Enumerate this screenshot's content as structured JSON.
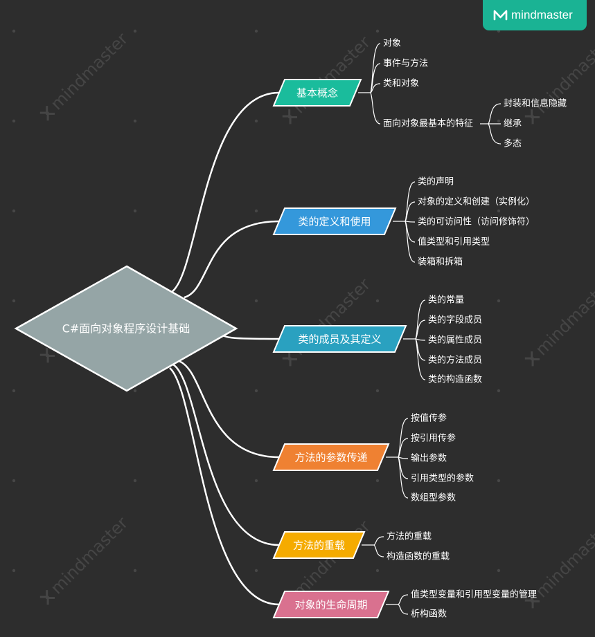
{
  "brand": {
    "name": "mindmaster",
    "color": "#1ab394"
  },
  "watermark_text": "mindmaster",
  "background_color": "#2d2d2d",
  "root": {
    "label": "C#面向对象程序设计基础",
    "fill": "#95a5a6"
  },
  "branches": [
    {
      "label": "基本概念",
      "color": "#1abc9c",
      "children": [
        {
          "label": "对象"
        },
        {
          "label": "事件与方法"
        },
        {
          "label": "类和对象"
        },
        {
          "label": "面向对象最基本的特征",
          "children": [
            {
              "label": "封装和信息隐藏"
            },
            {
              "label": "继承"
            },
            {
              "label": "多态"
            }
          ]
        }
      ]
    },
    {
      "label": "类的定义和使用",
      "color": "#3498db",
      "children": [
        {
          "label": "类的声明"
        },
        {
          "label": "对象的定义和创建（实例化）"
        },
        {
          "label": "类的可访问性（访问修饰符）"
        },
        {
          "label": "值类型和引用类型"
        },
        {
          "label": "装箱和拆箱"
        }
      ]
    },
    {
      "label": "类的成员及其定义",
      "color": "#2aa1c0",
      "children": [
        {
          "label": "类的常量"
        },
        {
          "label": "类的字段成员"
        },
        {
          "label": "类的属性成员"
        },
        {
          "label": "类的方法成员"
        },
        {
          "label": "类的构造函数"
        }
      ]
    },
    {
      "label": "方法的参数传递",
      "color": "#ef8132",
      "children": [
        {
          "label": "按值传参"
        },
        {
          "label": "按引用传参"
        },
        {
          "label": "输出参数"
        },
        {
          "label": "引用类型的参数"
        },
        {
          "label": "数组型参数"
        }
      ]
    },
    {
      "label": "方法的重载",
      "color": "#f5ab00",
      "children": [
        {
          "label": "方法的重载"
        },
        {
          "label": "构造函数的重载"
        }
      ]
    },
    {
      "label": "对象的生命周期",
      "color": "#d9718f",
      "children": [
        {
          "label": "值类型变量和引用型变量的管理"
        },
        {
          "label": "析构函数"
        }
      ]
    }
  ]
}
